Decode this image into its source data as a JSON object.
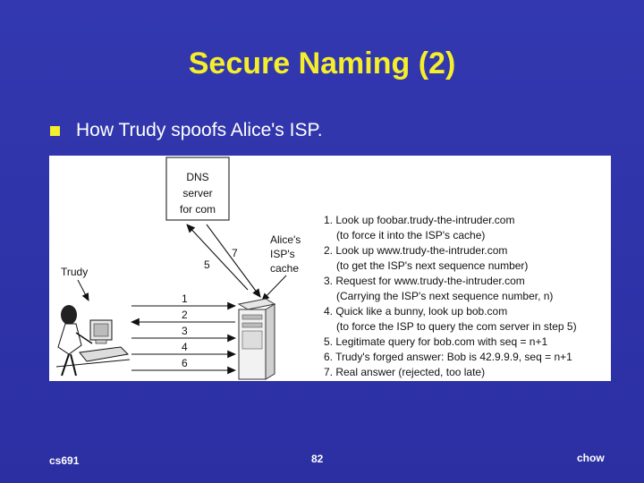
{
  "slide": {
    "title": "Secure Naming (2)",
    "bullet": "How Trudy spoofs Alice's ISP."
  },
  "figure": {
    "dns_box": [
      "DNS",
      "server",
      "for com"
    ],
    "isp_label": [
      "Alice's",
      "ISP's",
      "cache"
    ],
    "trudy_label": "Trudy",
    "arrow_numbers": [
      "1",
      "2",
      "3",
      "4",
      "6"
    ],
    "dns_arrow_left": "5",
    "dns_arrow_right": "7",
    "steps": [
      "1. Look up foobar.trudy-the-intruder.com",
      "(to force it into the ISP's cache)",
      "2. Look up www.trudy-the-intruder.com",
      "(to get the ISP's next sequence number)",
      "3. Request for www.trudy-the-intruder.com",
      "(Carrying the ISP's next sequence number, n)",
      "4. Quick like a bunny, look up bob.com",
      "(to force the ISP to query the com server in step 5)",
      "5. Legitimate query for bob.com with seq = n+1",
      "6. Trudy's forged answer: Bob is 42.9.9.9, seq = n+1",
      "7. Real answer (rejected, too late)"
    ]
  },
  "footer": {
    "left": "cs691",
    "center": "82",
    "right": "chow"
  }
}
